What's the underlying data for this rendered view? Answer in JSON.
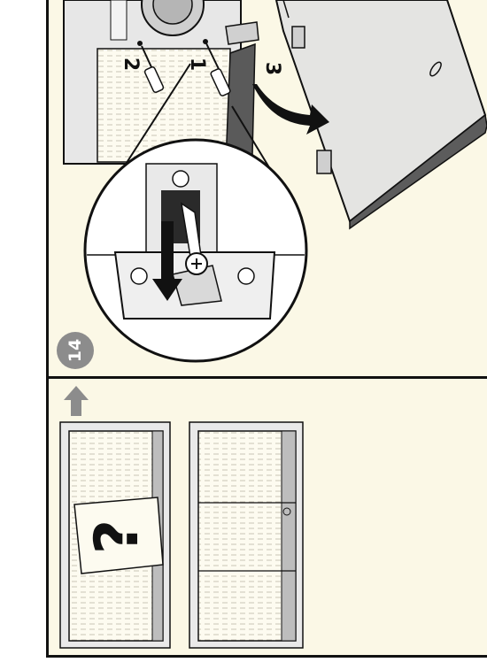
{
  "step": {
    "number": "14"
  },
  "callouts": {
    "screw_1": "1",
    "screw_2": "2",
    "door_3": "3"
  },
  "check_panel": {
    "unknown_symbol": "?"
  },
  "colors": {
    "background": "#fbf8e6",
    "line": "#111111",
    "badge": "#8c8c8c",
    "panel_gray": "#bdbdbd"
  },
  "icons": {
    "direction": "arrow-up-icon",
    "rotate": "curved-arrow-icon"
  }
}
